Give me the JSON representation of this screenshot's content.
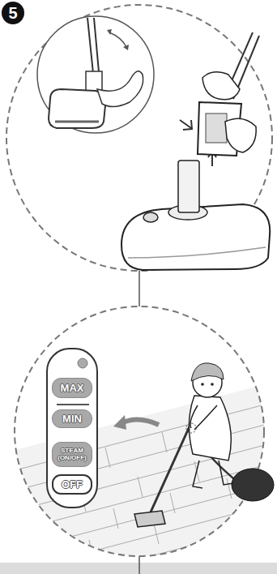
{
  "diagram": {
    "nodes": [
      {
        "text": [
          "5"
        ]
      },
      {
        "text": [
          "MAX"
        ]
      },
      {
        "text": [
          "MIN"
        ]
      },
      {
        "text": [
          "STEAM (ON/OFF)"
        ]
      },
      {
        "text": [
          "OFF"
        ]
      }
    ]
  }
}
